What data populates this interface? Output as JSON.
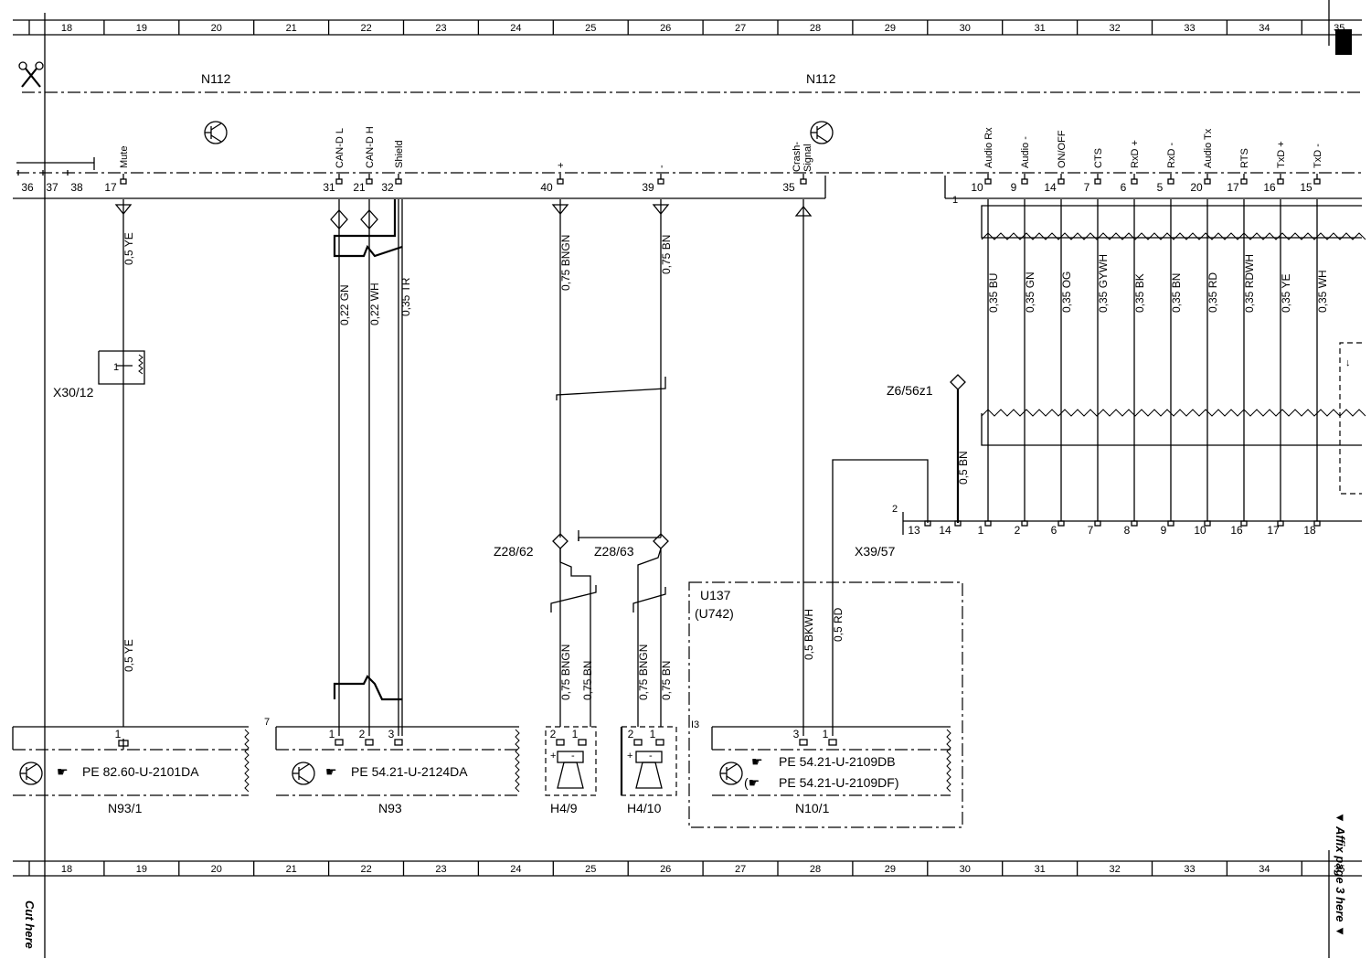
{
  "grid_columns": [
    "18",
    "19",
    "20",
    "21",
    "22",
    "23",
    "24",
    "25",
    "26",
    "27",
    "28",
    "29",
    "30",
    "31",
    "32",
    "33",
    "34",
    "35"
  ],
  "components": {
    "n112_left": "N112",
    "n112_right": "N112",
    "x30_12": "X30/12",
    "z6_56z1": "Z6/56z1",
    "z28_62": "Z28/62",
    "z28_63": "Z28/63",
    "x39_57": "X39/57",
    "u137": "U137",
    "u742": "(U742)",
    "n93_1": "N93/1",
    "n93": "N93",
    "h4_9": "H4/9",
    "h4_10": "H4/10",
    "n10_1": "N10/1"
  },
  "connector_pins_left": [
    "36",
    "37",
    "38"
  ],
  "n112_pins": [
    {
      "pin": "17",
      "signal": "Mute"
    },
    {
      "pin": "31",
      "signal": "CAN-D L"
    },
    {
      "pin": "21",
      "signal": "CAN-D H"
    },
    {
      "pin": "32",
      "signal": "Shield"
    },
    {
      "pin": "40",
      "signal": "+"
    },
    {
      "pin": "39",
      "signal": "-"
    },
    {
      "pin": "35",
      "signal": "Crash-Signal"
    }
  ],
  "n112_pins_right": [
    {
      "pin": "10",
      "signal": "Audio Rx",
      "wire": "0,35 BU",
      "x2": "1"
    },
    {
      "pin": "9",
      "signal": "Audio -",
      "wire": "0,35 GN",
      "x2": "2"
    },
    {
      "pin": "14",
      "signal": "ON/OFF",
      "wire": "0,35 OG",
      "x2": "6"
    },
    {
      "pin": "7",
      "signal": "CTS",
      "wire": "0,35 GYWH",
      "x2": "7"
    },
    {
      "pin": "6",
      "signal": "RxD +",
      "wire": "0,35 BK",
      "x2": "8"
    },
    {
      "pin": "5",
      "signal": "RxD -",
      "wire": "0,35 BN",
      "x2": "9"
    },
    {
      "pin": "20",
      "signal": "Audio Tx",
      "wire": "0,35 RD",
      "x2": "10"
    },
    {
      "pin": "17",
      "signal": "RTS",
      "wire": "0,35 RDWH",
      "x2": "16"
    },
    {
      "pin": "16",
      "signal": "TxD +",
      "wire": "0,35 YE",
      "x2": "17"
    },
    {
      "pin": "15",
      "signal": "TxD -",
      "wire": "0,35 WH",
      "x2": "18"
    }
  ],
  "x39_pins": [
    "13",
    "14"
  ],
  "wires": {
    "mute_top": "0,5 YE",
    "mute_bottom": "0,5 YE",
    "can_l": "0,22 GN",
    "can_h": "0,22 WH",
    "shield": "0,35 TR",
    "plus": "0,75 BNGN",
    "minus": "0,75 BN",
    "h49_a": "0,75 BNGN",
    "h49_b": "0,75 BN",
    "h410_a": "0,75 BNGN",
    "h410_b": "0,75 BN",
    "crash": "0,5 BKWH",
    "rd": "0,5 RD",
    "ground": "0,5 BN"
  },
  "misc_labels": {
    "shield_1": "1",
    "shield_2": "2",
    "x30_pin": "1",
    "n93_seven": "7",
    "u137_3": "I3"
  },
  "bottom_pins": {
    "n93_1": [
      "1"
    ],
    "n93": [
      "1",
      "2",
      "3"
    ],
    "h4_9": [
      "2",
      "1"
    ],
    "h4_10": [
      "2",
      "1"
    ],
    "n10_1": [
      "3",
      "1"
    ]
  },
  "pe_refs": {
    "n93_1": "PE 82.60-U-2101DA",
    "n93": "PE 54.21-U-2124DA",
    "n10_1_a": "PE 54.21-U-2109DB",
    "n10_1_b": "PE 54.21-U-2109DF)"
  },
  "speaker_signs": {
    "plus": "+",
    "minus": "-"
  },
  "side_notes": {
    "cut_here": "Cut here",
    "affix": "▼ Affix page 3 here ▼"
  }
}
